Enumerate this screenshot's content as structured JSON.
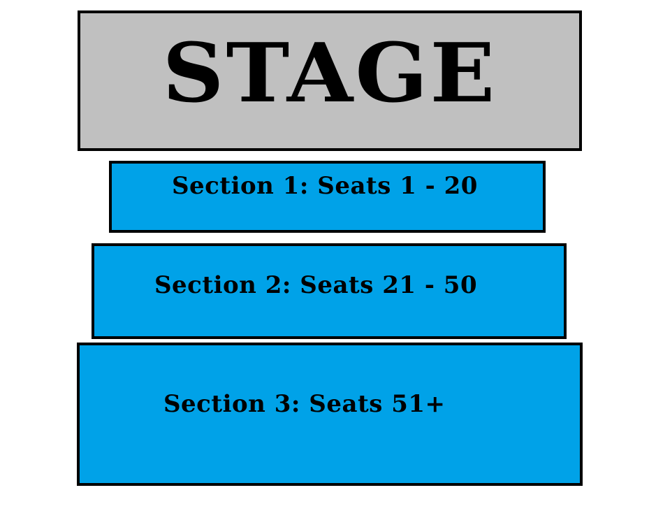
{
  "colors": {
    "stage_fill": "#c0c0c0",
    "section_fill": "#00a2e8",
    "border": "#000000",
    "text": "#000000",
    "background": "#ffffff"
  },
  "stage": {
    "label": "STAGE"
  },
  "sections": [
    {
      "label": "Section 1: Seats 1 - 20"
    },
    {
      "label": "Section 2: Seats 21 - 50"
    },
    {
      "label": "Section 3: Seats 51+"
    }
  ]
}
